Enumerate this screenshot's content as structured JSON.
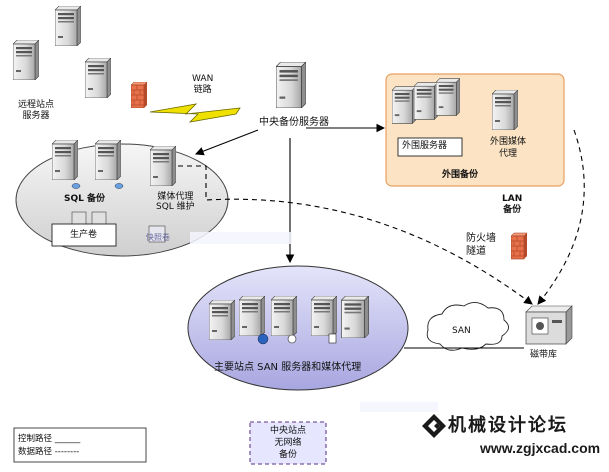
{
  "remote_site": {
    "label_line1": "远程站点",
    "label_line2": "服务器"
  },
  "wan": {
    "label_line1": "WAN",
    "label_line2": "链路"
  },
  "central_backup": {
    "label": "中央备份服务器"
  },
  "sql_group": {
    "sql_label": "SQL 备份",
    "media_agent_line1": "媒体代理",
    "media_agent_line2": "SQL 维护",
    "production_volume": "生产卷",
    "snapshot_volume": "快照卷"
  },
  "offsite": {
    "server_label": "外围服务器",
    "media_agent_line1": "外围媒体",
    "media_agent_line2": "代理",
    "group_label": "外围备份"
  },
  "lan": {
    "label_line1": "LAN",
    "label_line2": "备份"
  },
  "firewall_tunnel": {
    "label_line1": "防火墙",
    "label_line2": "隧道"
  },
  "san_group": {
    "label": "主要站点 SAN 服务器和媒体代理",
    "cloud_label": "SAN"
  },
  "tape_library": {
    "label": "磁带库"
  },
  "legend": {
    "control_path": "控制路径 ______",
    "data_path": "数据路径 --------"
  },
  "no_network": {
    "line1": "中央站点",
    "line2": "无网络",
    "line3": "备份"
  },
  "watermark": {
    "text": "机械设计论坛",
    "url": "www.zgjxcad.com"
  },
  "colors": {
    "offsite_fill": "#fbe3c4",
    "offsite_border": "#e8a060",
    "san_fill": "#c9c8f0",
    "firewall": "#e8704a",
    "bolt": "#f0e000"
  }
}
